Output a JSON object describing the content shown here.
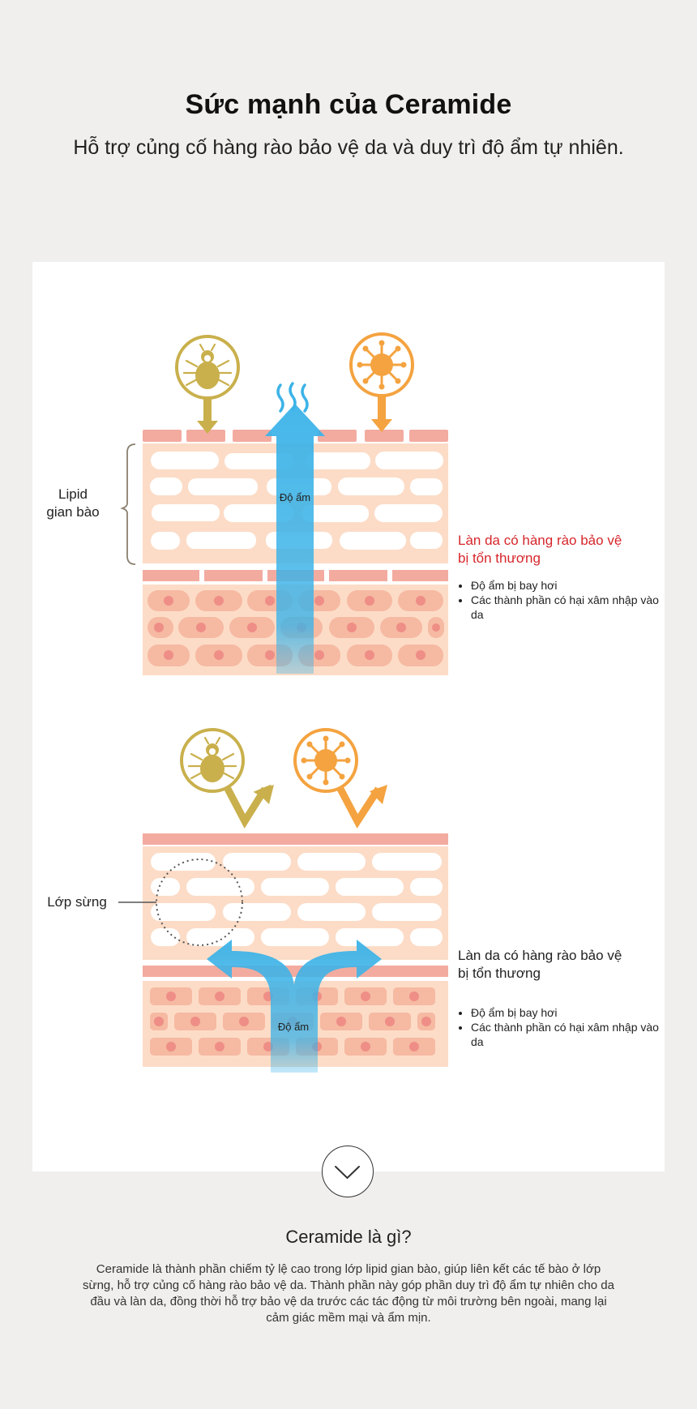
{
  "hero": {
    "title": "Sức mạnh của Ceramide",
    "subtitle": "Hỗ trợ củng cố hàng rào bảo vệ da và duy trì độ ẩm tự nhiên."
  },
  "diagram_damaged": {
    "side_label_line1": "Lipid",
    "side_label_line2": "gian bào",
    "arrow_label": "Độ ẩm",
    "title_line1": "Làn da có hàng rào bảo vệ",
    "title_line2": "bị tổn thương",
    "title_color": "#d6262b",
    "bullets": [
      "Độ ẩm bị bay hơi",
      "Các thành phần có hại xâm nhập vào da"
    ]
  },
  "diagram_healthy": {
    "side_label": "Lớp sừng",
    "arrow_label": "Độ ẩm",
    "title_line1": "Làn da có hàng rào bảo vệ",
    "title_line2": "bị tổn thương",
    "bullets": [
      "Độ ẩm bị bay hơi",
      "Các thành phần có hại xâm nhập vào da"
    ]
  },
  "icons": {
    "mite": "mite-icon",
    "virus": "virus-icon",
    "scroll": "chevron-down-icon"
  },
  "colors": {
    "skin_light": "#fcdcc7",
    "skin_band": "#f3aba0",
    "cell_dark": "#f6b9a2",
    "nucleus": "#ee8e86",
    "moisture": "#3cb3e8",
    "mite": "#c9b04c",
    "virus": "#f4a340"
  },
  "info": {
    "title": "Ceramide là gì?",
    "body": "Ceramide là thành phần chiếm tỷ lệ cao trong lớp lipid gian bào, giúp liên kết các tế bào ở lớp sừng, hỗ trợ củng cố hàng rào bảo vệ da. Thành phần này góp phần duy trì độ ẩm tự nhiên cho da đầu và làn da, đồng thời hỗ trợ bảo vệ da trước các tác động từ môi trường bên ngoài, mang lại cảm giác mềm mại và ẩm mịn."
  }
}
